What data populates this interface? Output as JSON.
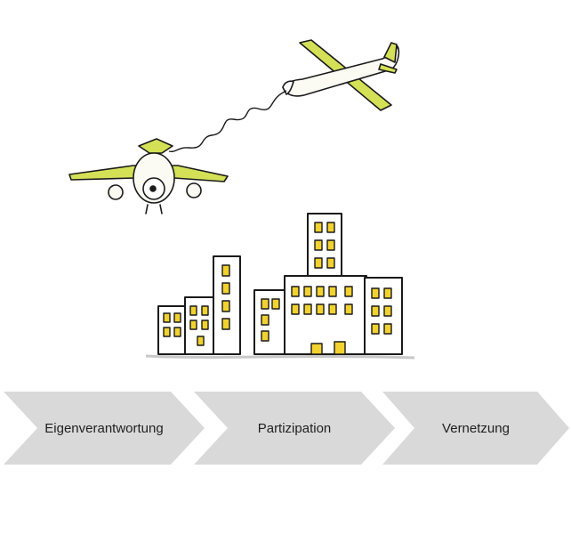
{
  "colors": {
    "accent": "#d4e157",
    "window_yellow": "#f2d22e",
    "ink": "#1a1a1a",
    "chevron_fill": "#d9d9d9",
    "background": "#ffffff"
  },
  "illustration": {
    "icons": [
      "airplane-front-icon",
      "airplane-side-icon",
      "city-skyline-icon"
    ]
  },
  "process": {
    "steps": [
      {
        "label": "Eigenverantwortung"
      },
      {
        "label": "Partizipation"
      },
      {
        "label": "Vernetzung"
      }
    ]
  }
}
